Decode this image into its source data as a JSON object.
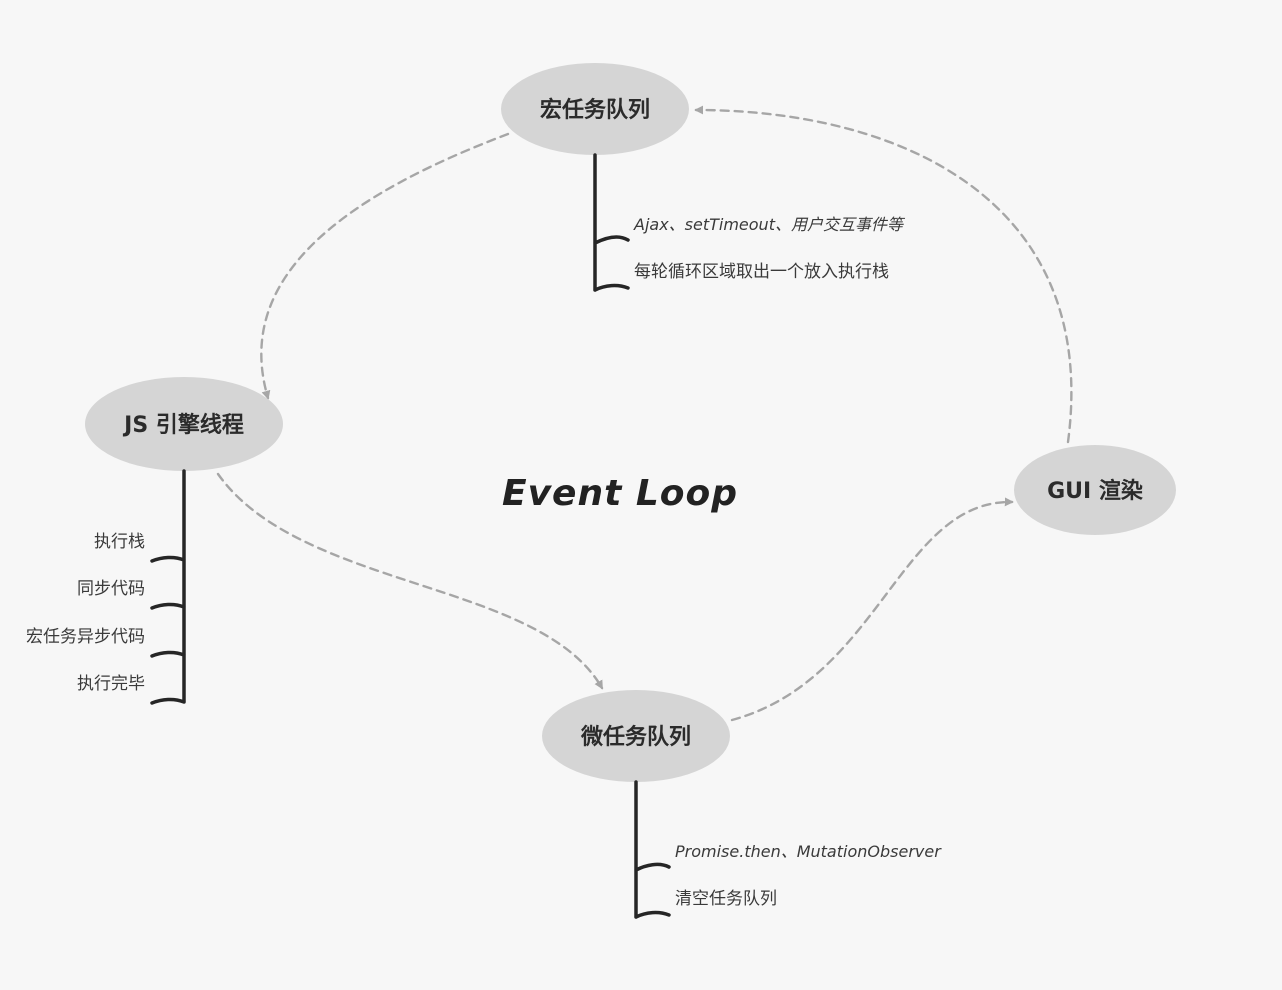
{
  "title": "Event Loop",
  "nodes": {
    "macro": {
      "label": "宏任务队列",
      "details": [
        "Ajax、setTimeout、用户交互事件等",
        "每轮循环区域取出一个放入执行栈"
      ]
    },
    "js": {
      "label": "JS 引擎线程",
      "details": [
        "执行栈",
        "同步代码",
        "宏任务异步代码",
        "执行完毕"
      ]
    },
    "micro": {
      "label": "微任务队列",
      "details": [
        "Promise.then、MutationObserver",
        "清空任务队列"
      ]
    },
    "gui": {
      "label": "GUI 渲染"
    }
  },
  "colors": {
    "background": "#f7f7f7",
    "node_fill": "#d5d5d5",
    "edge": "#a6a6a6",
    "stem": "#262626",
    "text": "#2b2b2b"
  }
}
